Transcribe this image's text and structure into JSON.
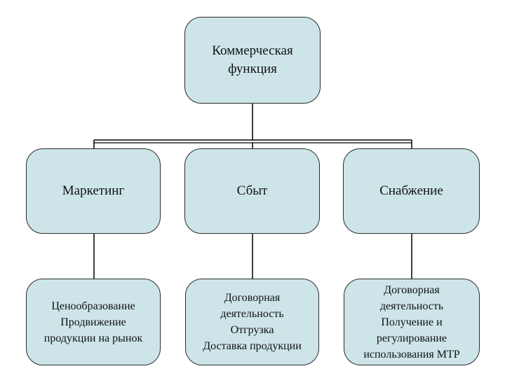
{
  "diagram": {
    "root": {
      "lines": [
        "Коммерческая",
        "функция"
      ]
    },
    "functions": [
      {
        "title": "Маркетинг",
        "details": [
          "Ценообразование",
          "Продвижение",
          "продукции на рынок"
        ]
      },
      {
        "title": "Сбыт",
        "details": [
          "Договорная",
          "деятельность",
          "Отгрузка",
          "Доставка продукции"
        ]
      },
      {
        "title": "Снабжение",
        "details": [
          "Договорная",
          "деятельность",
          "Получение и",
          "регулирование",
          "использования МТР"
        ]
      }
    ],
    "colors": {
      "box_fill": "#cde5e8",
      "border": "#2b2b2b",
      "line": "#000000"
    }
  }
}
